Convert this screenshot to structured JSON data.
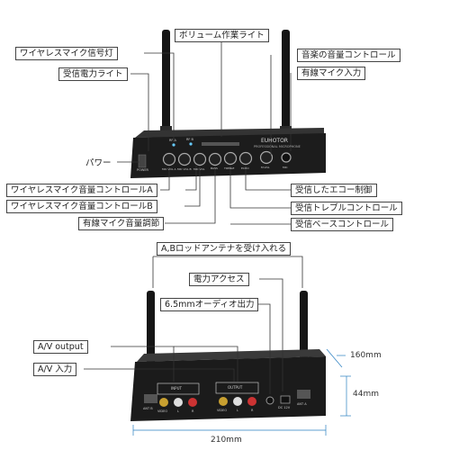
{
  "front_callouts": {
    "volume_light": "ボリューム作業ライト",
    "wireless_signal_light": "ワイヤレスマイク信号灯",
    "music_volume_control": "音楽の音量コントロール",
    "reception_light": "受信電力ライト",
    "wired_mic_input": "有線マイク入力",
    "power": "パワー",
    "wireless_volume_a": "ワイヤレスマイク音量コントロールA",
    "echo_control": "受信したエコー制御",
    "wireless_volume_b": "ワイヤレスマイク音量コントロールB",
    "treble_control": "受信トレブルコントロール",
    "wired_mic_volume": "有線マイク音量調節",
    "bass_control": "受信ベースコントロール"
  },
  "front_panel_text": {
    "brand": "EUHOTOR",
    "subtitle": "PROFESSIONAL MICROPHONE",
    "knob_labels": [
      "MIC VOL A",
      "MIC VOL B",
      "MIC VOL",
      "BASS",
      "TREBLE",
      "ECHO",
      "M.VOL",
      "MIC"
    ],
    "power_label": "POWER",
    "rf_labels": [
      "RF A",
      "RF B"
    ]
  },
  "back_callouts": {
    "antenna": "A,Bロッドアンテナを受け入れる",
    "power_access": "電力アクセス",
    "audio_out": "6.5mmオーディオ出力",
    "av_output": "A/V output",
    "av_input": "A/V 入力"
  },
  "back_panel_text": {
    "group_labels": [
      "INPUT",
      "OUTPUT"
    ],
    "jack_labels": [
      "VIDEO",
      "L",
      "R",
      "VIDEO",
      "L",
      "R"
    ],
    "ant_labels": [
      "ANT B",
      "ANT A"
    ],
    "dc_label": "DC 12V"
  },
  "dimensions": {
    "depth": "160mm",
    "height": "44mm",
    "width": "210mm"
  },
  "colors": {
    "device": "#1c1c1c",
    "callout_line": "#333333",
    "dimension_line": "#2a7fc1"
  }
}
